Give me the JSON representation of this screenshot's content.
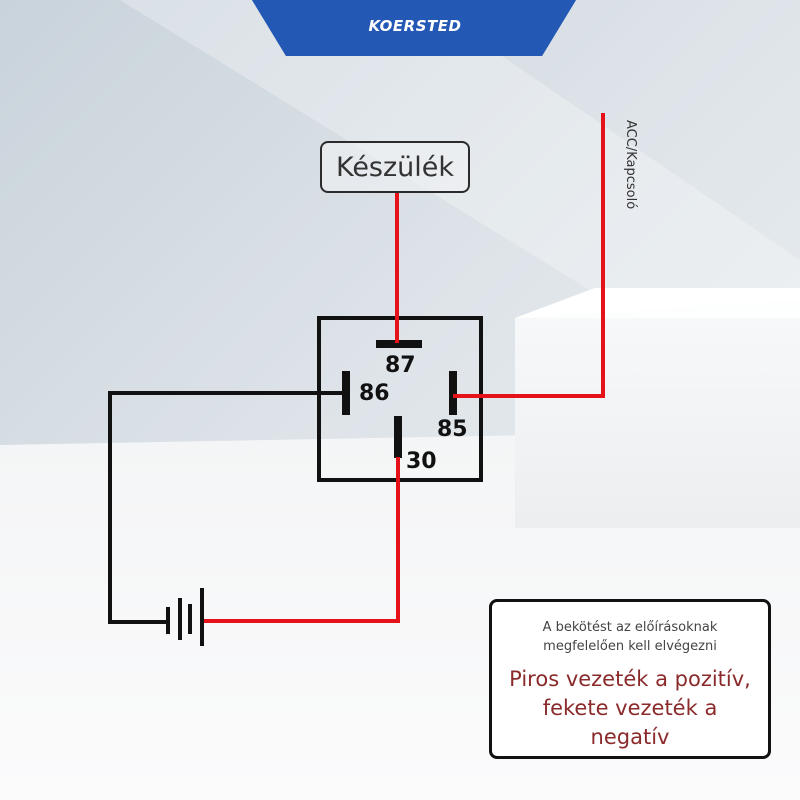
{
  "brand": {
    "logo_text": "KOERSTED"
  },
  "device_label": "Készülék",
  "acc_label": "ACC/Kapcsoló",
  "relay": {
    "pins": [
      {
        "id": "87",
        "label": "87"
      },
      {
        "id": "86",
        "label": "86"
      },
      {
        "id": "85",
        "label": "85"
      },
      {
        "id": "30",
        "label": "30"
      }
    ]
  },
  "note": {
    "line1": "A bekötést az előírásoknak",
    "line2": "megfelelően kell elvégezni",
    "emphasis_line1": "Piros vezeték a pozitív,",
    "emphasis_line2": "fekete vezeték a",
    "emphasis_line3": "negatív"
  },
  "colors": {
    "positive_wire": "#e5121a",
    "negative_wire": "#111111",
    "brand_blue": "#2358b5",
    "note_text": "#8b2a2a"
  }
}
